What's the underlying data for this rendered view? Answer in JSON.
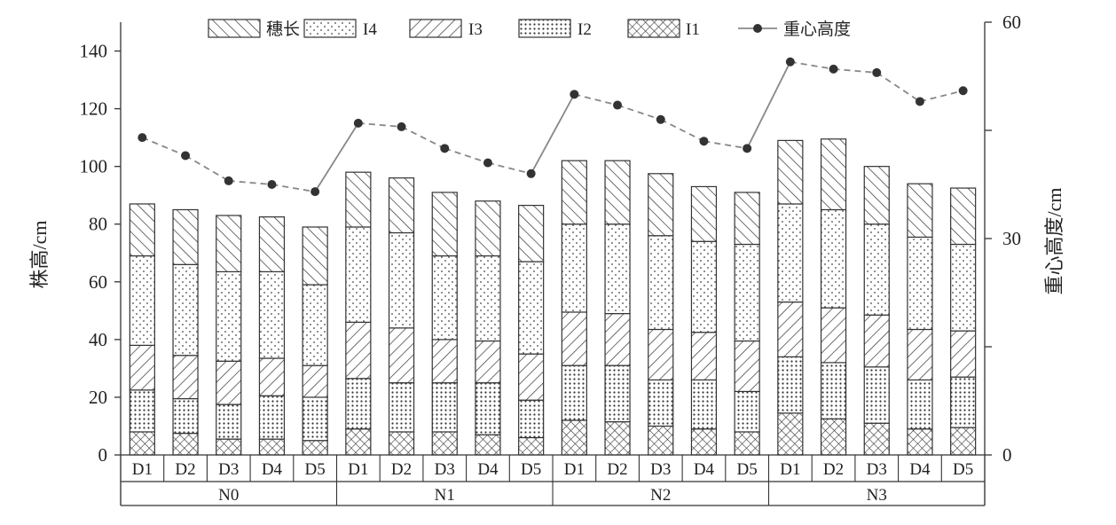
{
  "chart_data": {
    "type": "bar",
    "stacked": true,
    "groups": [
      "N0",
      "N1",
      "N2",
      "N3"
    ],
    "subcategories": [
      "D1",
      "D2",
      "D3",
      "D4",
      "D5"
    ],
    "ylabel": "株高/cm",
    "ylim": [
      0,
      150
    ],
    "yticks": [
      0,
      20,
      40,
      60,
      80,
      100,
      120,
      140
    ],
    "y2label": "重心高度/cm",
    "y2lim": [
      0,
      60
    ],
    "y2ticks": [
      0,
      15,
      30,
      45,
      60
    ],
    "y2ticklabels": [
      0,
      30,
      60
    ],
    "legend_position": "top",
    "grid": false,
    "series": [
      {
        "name": "穗长",
        "pattern": "backslash-hatch",
        "values": [
          18,
          19,
          19.5,
          19,
          20,
          19,
          19,
          22,
          19,
          19.5,
          22,
          22,
          21.5,
          19,
          18,
          22,
          24.5,
          20,
          18.5,
          19.5
        ]
      },
      {
        "name": "I4",
        "pattern": "sparse-dots",
        "values": [
          31,
          31.5,
          31,
          30,
          28,
          33,
          33,
          29,
          29.5,
          32,
          30.5,
          31,
          32.5,
          31.5,
          33.5,
          34,
          34,
          31.5,
          32,
          30
        ]
      },
      {
        "name": "I3",
        "pattern": "slash-hatch",
        "values": [
          15.5,
          15,
          15,
          13,
          11,
          19.5,
          19,
          15,
          14.5,
          16,
          18.5,
          18,
          17.5,
          16.5,
          17.5,
          19,
          19,
          18,
          17.5,
          16
        ]
      },
      {
        "name": "I2",
        "pattern": "dense-dots",
        "values": [
          14.5,
          12,
          12,
          15,
          15,
          17.5,
          17,
          17,
          18,
          13,
          19,
          19.5,
          16,
          17,
          14,
          19.5,
          19.5,
          19.5,
          17,
          17.5
        ]
      },
      {
        "name": "I1",
        "pattern": "cross-hatch",
        "values": [
          8,
          7.5,
          5.5,
          5.5,
          5,
          9,
          8,
          8,
          7,
          6,
          12,
          11.5,
          10,
          9,
          8,
          14.5,
          12.5,
          11,
          9,
          9.5
        ]
      }
    ],
    "line_series": {
      "name": "重心高度",
      "axis": "right",
      "marker": "filled-circle",
      "color": "#888888",
      "values": [
        44,
        41.5,
        38,
        37.5,
        36.5,
        46,
        45.5,
        42.5,
        40.5,
        39,
        50,
        48.5,
        46.5,
        43.5,
        42.5,
        54.5,
        53.5,
        53,
        49,
        50.5
      ]
    }
  }
}
